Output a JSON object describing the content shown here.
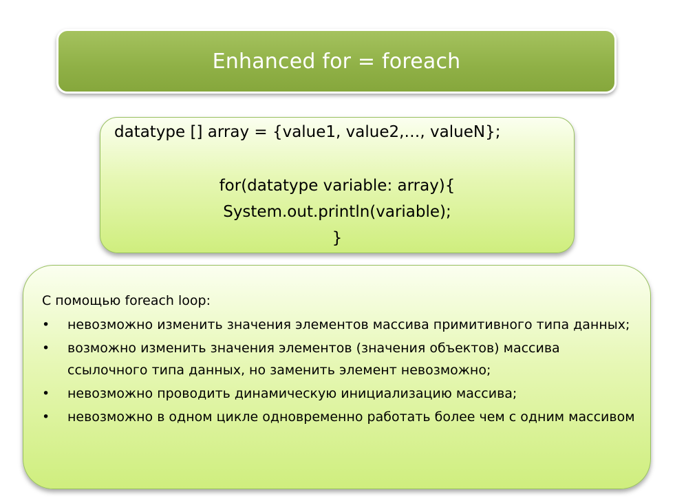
{
  "title": "Enhanced for = foreach",
  "code": {
    "line1": "datatype [] array = {value1, value2,…, valueN};",
    "line2": "for(datatype variable: array){",
    "line3": "System.out.println(variable);",
    "line4": "}"
  },
  "info": {
    "intro": "С помощью foreach loop:",
    "bullet_char": "•",
    "bullets": [
      "невозможно изменить значения элементов массива примитивного типа данных;",
      "возможно изменить значения элементов (значения объектов) массива ссылочного типа данных, но заменить элемент невозможно;",
      "невозможно проводить динамическую инициализацию массива;",
      "невозможно в одном цикле одновременно работать более чем с одним массивом"
    ]
  },
  "colors": {
    "title_bg": "#8fb046",
    "box_fill": "#e6f7b4",
    "box_border": "#98c060"
  }
}
